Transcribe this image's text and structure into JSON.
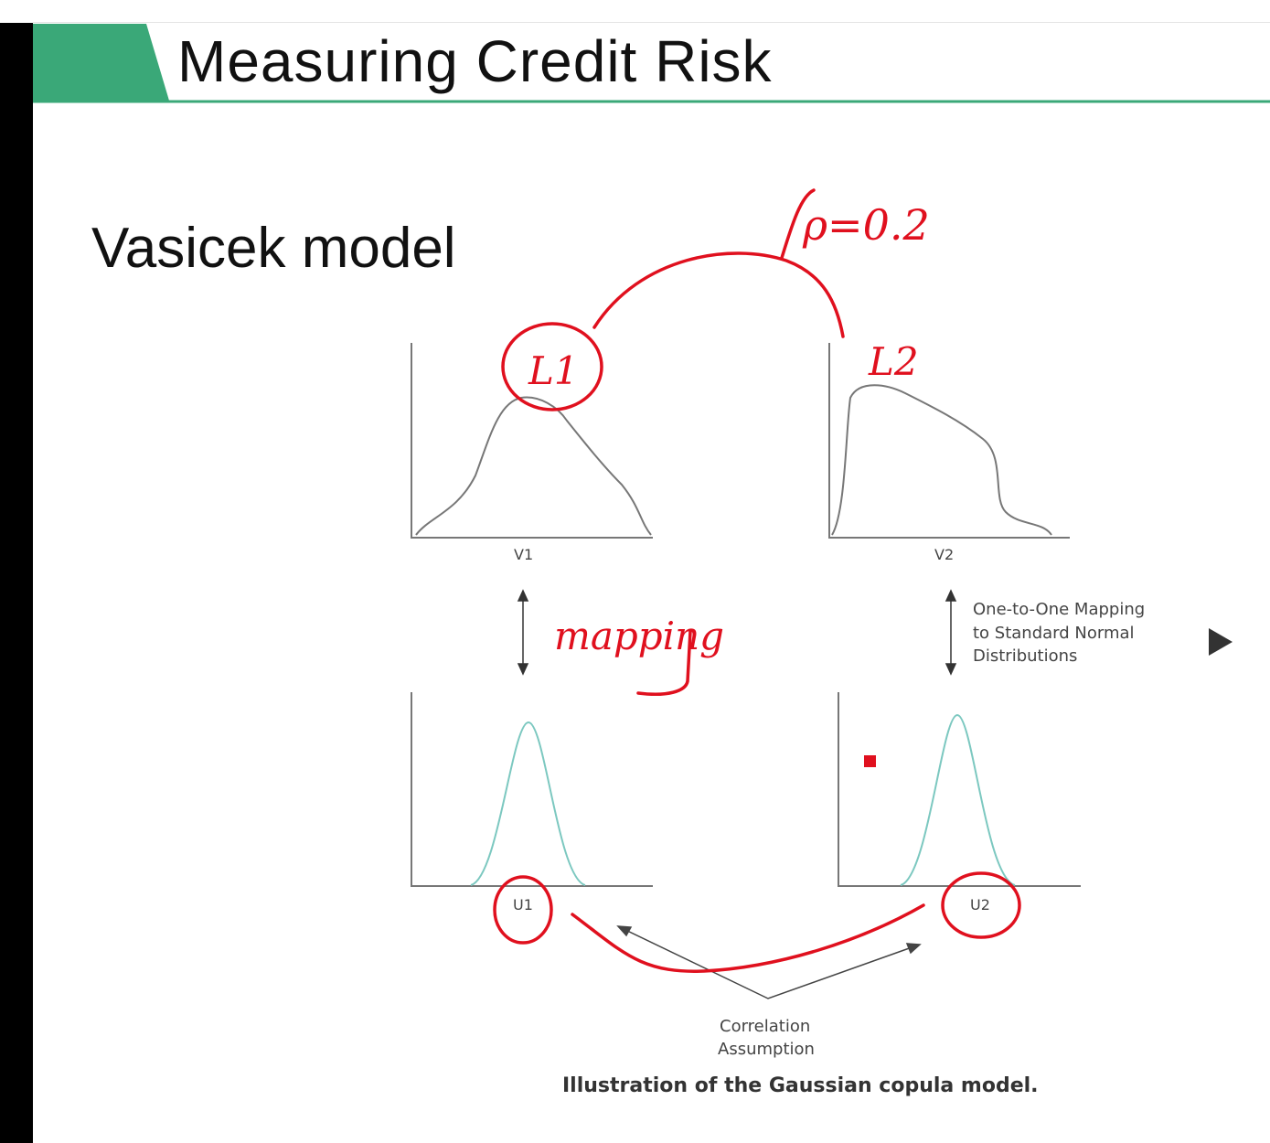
{
  "slide": {
    "title": "Measuring Credit Risk",
    "subtitle": "Vasicek model",
    "accent_color": "#3aa878"
  },
  "diagram": {
    "top_left_axis_label": "V1",
    "top_right_axis_label": "V2",
    "bottom_left_axis_label": "U1",
    "bottom_right_axis_label": "U2",
    "mapping_text": [
      "One-to-One Mapping",
      "to Standard Normal",
      "Distributions"
    ],
    "correlation_text": [
      "Correlation",
      "Assumption"
    ],
    "caption": "Illustration of the Gaussian copula model."
  },
  "annotations": {
    "rho": "ρ=0.2",
    "l1": "L1",
    "l2": "L2",
    "mapping": "mapping",
    "ink_color": "#e0101e"
  },
  "player": {
    "play_icon": "play-icon"
  }
}
